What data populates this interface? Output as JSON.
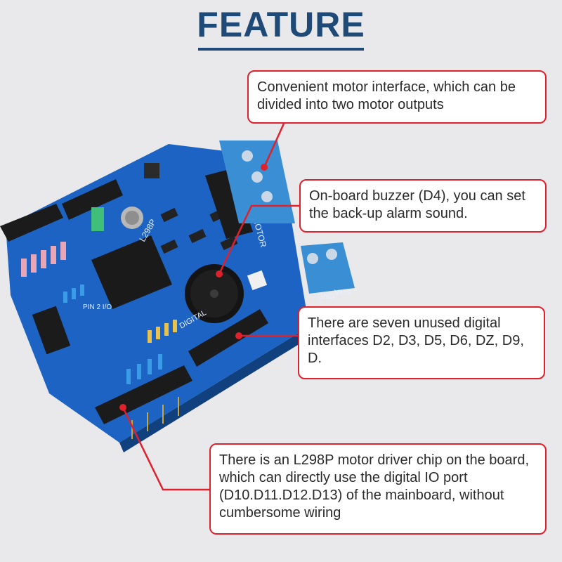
{
  "header": {
    "title": "FEATURE"
  },
  "callouts": [
    {
      "text": "Convenient motor interface, which can be divided into two motor outputs"
    },
    {
      "text": "On-board buzzer (D4), you can set the back-up alarm sound."
    },
    {
      "text": "There are seven unused digital interfaces D2, D3, D5, D6, DZ, D9, D."
    },
    {
      "text": "There is an L298P motor driver chip on the board, which can directly use the digital IO port (D10.D11.D12.D13) of the mainboard, without cumbersome wiring"
    }
  ],
  "board_labels": {
    "chip": "L298P",
    "motor_header": "MOTOR",
    "ground": "GND",
    "vms": "VMS",
    "pin": "PIN 2 I/O",
    "digital": "DIGITAL"
  },
  "colors": {
    "title": "#1f4a78",
    "callout_border": "#e0202a",
    "board": "#1c63c4",
    "terminal": "#3a8fd4",
    "background": "#e9e9ec"
  }
}
